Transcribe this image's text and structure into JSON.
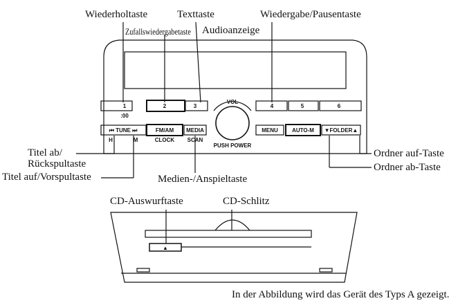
{
  "callouts": {
    "wiederholtaste": "Wiederholtaste",
    "zufall": "Zufallswiedergabetaste",
    "texttaste": "Texttaste",
    "audioanzeige": "Audioanzeige",
    "wiedergabe_pause": "Wiedergabe/Pausentaste",
    "titel_ab_1": "Titel ab/",
    "titel_ab_2": "Rückspultaste",
    "titel_auf": "Titel auf/Vorspultaste",
    "medien": "Medien-/Anspieltaste",
    "ordner_auf": "Ordner auf-Taste",
    "ordner_ab": "Ordner ab-Taste",
    "cd_auswurf": "CD-Auswurftaste",
    "cd_schlitz": "CD-Schlitz"
  },
  "buttons": {
    "preset1": "1",
    "preset1_sub": ":00",
    "preset2": "2",
    "preset3": "3",
    "preset4": "4",
    "preset5": "5",
    "preset6": "6",
    "tune": "⏮ TUNE ⏭",
    "tune_n": "H",
    "tune_m": "M",
    "fmam": "FM/AM",
    "clock": "CLOCK",
    "media": "MEDIA",
    "scan": "SCAN",
    "menu": "MENU",
    "automem": "AUTO-M",
    "folder": "▼FOLDER▲",
    "vol": "VOL",
    "push_power": "PUSH POWER",
    "eject": "▲"
  },
  "caption": "In der Abbildung wird das Gerät des Typs A gezeigt."
}
